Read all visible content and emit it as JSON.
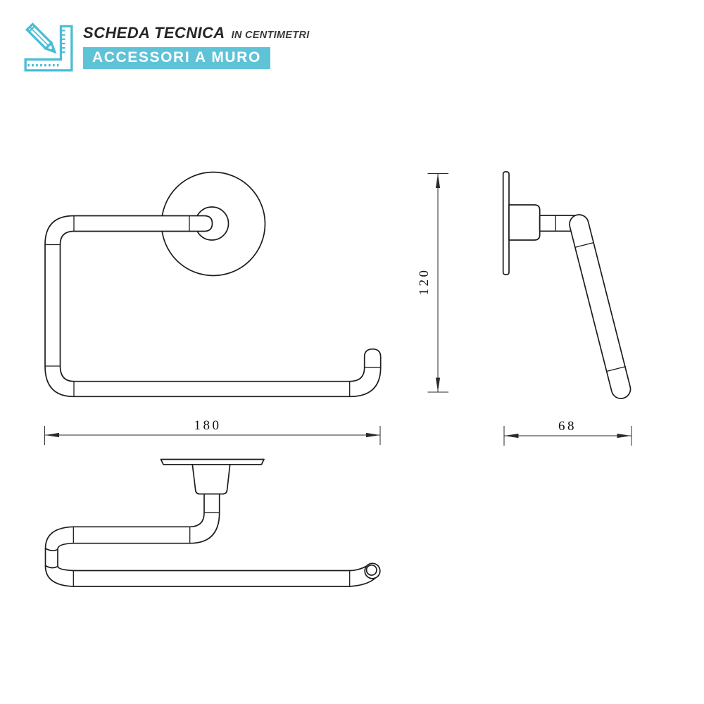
{
  "header": {
    "title": "SCHEDA TECNICA",
    "subtitle": "IN CENTIMETRI",
    "badge": "ACCESSORI A MURO"
  },
  "colors": {
    "accent_teal": "#5fc3d8",
    "icon_teal": "#49bdd6",
    "line_color": "#1d1d1b"
  },
  "dimensions": {
    "width_cm": "180",
    "height_cm": "120",
    "depth_cm": "68"
  }
}
